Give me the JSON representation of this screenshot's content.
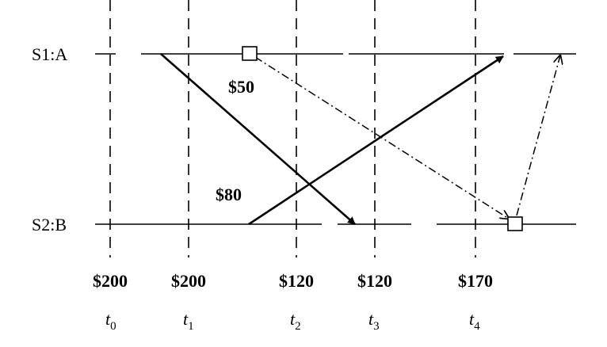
{
  "processes": [
    {
      "id": "S1",
      "label": "S1:A"
    },
    {
      "id": "S2",
      "label": "S2:B"
    }
  ],
  "cuts": [
    {
      "name": "t",
      "sub": "0",
      "balance": "$200"
    },
    {
      "name": "t",
      "sub": "1",
      "balance": "$200"
    },
    {
      "name": "t",
      "sub": "2",
      "balance": "$120"
    },
    {
      "name": "t",
      "sub": "3",
      "balance": "$120"
    },
    {
      "name": "t",
      "sub": "4",
      "balance": "$170"
    }
  ],
  "messages": [
    {
      "id": "transfer-50",
      "label": "$50",
      "from": "S1",
      "to": "S2",
      "style": "solid"
    },
    {
      "id": "transfer-80",
      "label": "$80",
      "from": "S2",
      "to": "S1",
      "style": "solid"
    },
    {
      "id": "marker-s1-to-s2",
      "label": "",
      "from": "S1",
      "to": "S2",
      "style": "dash-dot"
    },
    {
      "id": "marker-s2-to-s1",
      "label": "",
      "from": "S2",
      "to": "S1",
      "style": "dash-dot"
    }
  ],
  "colors": {
    "ink": "#000000",
    "background": "#ffffff"
  }
}
